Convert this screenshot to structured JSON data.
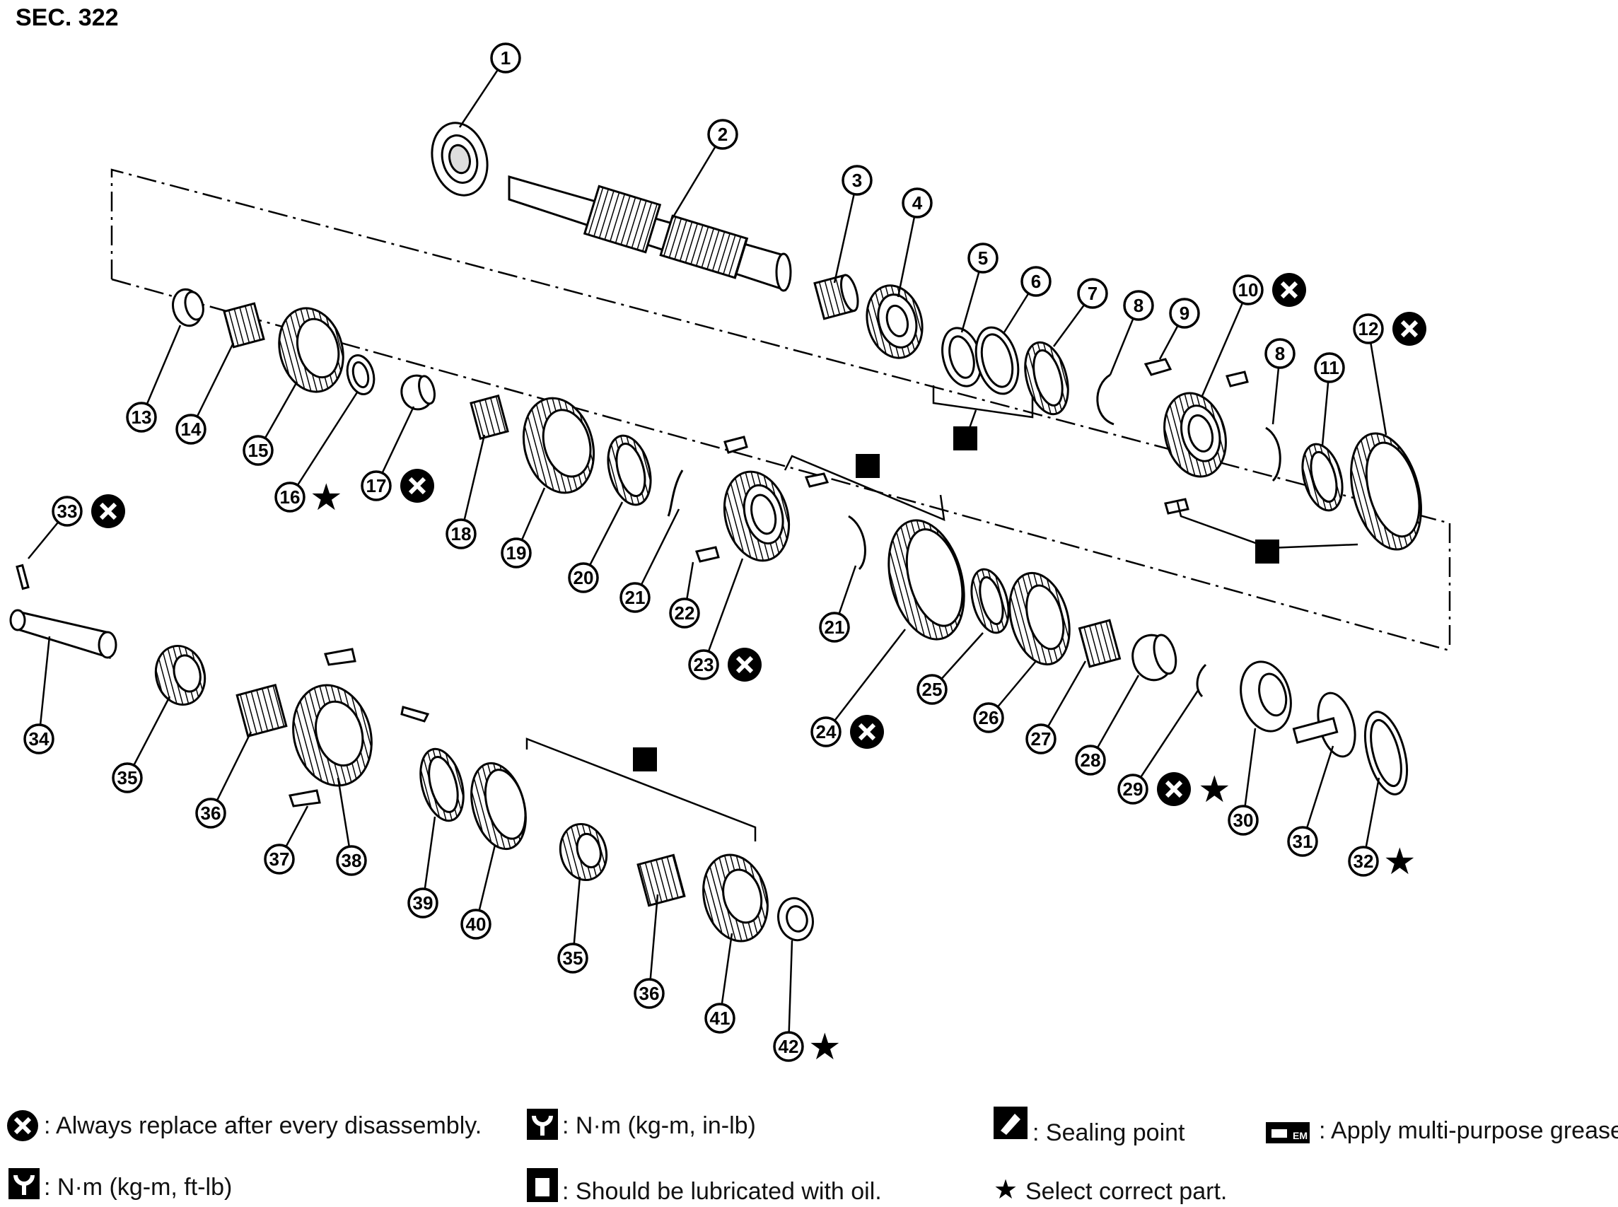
{
  "section_label": "SEC. 322",
  "parts": [
    "1",
    "2",
    "3",
    "4",
    "5",
    "6",
    "7",
    "8",
    "9",
    "10",
    "11",
    "12",
    "13",
    "14",
    "15",
    "16",
    "17",
    "18",
    "19",
    "20",
    "21",
    "22",
    "23",
    "24",
    "25",
    "26",
    "27",
    "28",
    "29",
    "30",
    "31",
    "32",
    "33",
    "34",
    "35",
    "36",
    "37",
    "38",
    "39",
    "40",
    "41",
    "42"
  ],
  "legend": {
    "replace": ": Always replace after every disassembly.",
    "torque_inlb": ": N·m (kg-m, in-lb)",
    "sealing": ": Sealing point",
    "grease": ": Apply multi-purpose grease.",
    "torque_ftlb": ": N·m (kg-m, ft-lb)",
    "oil": ": Should be lubricated with oil.",
    "select": "Select correct part."
  }
}
